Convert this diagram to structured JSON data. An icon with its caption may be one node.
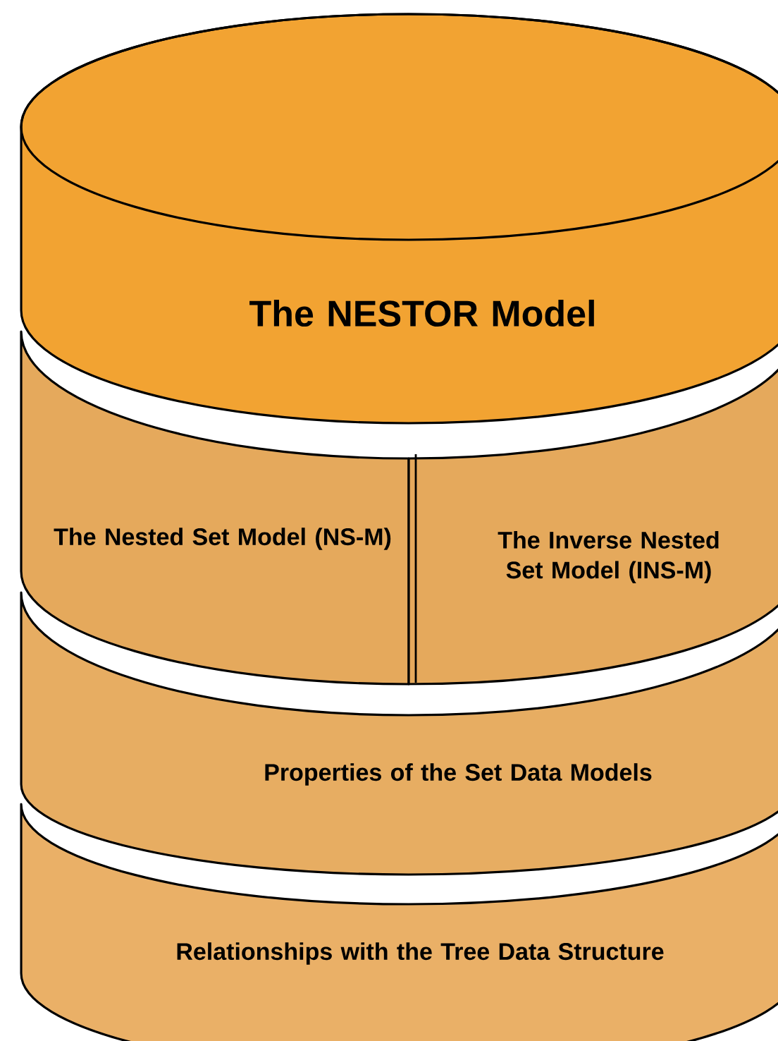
{
  "diagram": {
    "nodes": [
      {
        "text": [
          "The NESTOR Model"
        ]
      },
      {
        "text": [
          "The Nested Set Model (NS-M)"
        ]
      },
      {
        "text": [
          "The Inverse Nested Set Model (INS-M)"
        ]
      },
      {
        "text": [
          "Properties of the Set Data Models"
        ]
      },
      {
        "text": [
          "Relationships with the Tree Data Structure"
        ]
      }
    ]
  }
}
